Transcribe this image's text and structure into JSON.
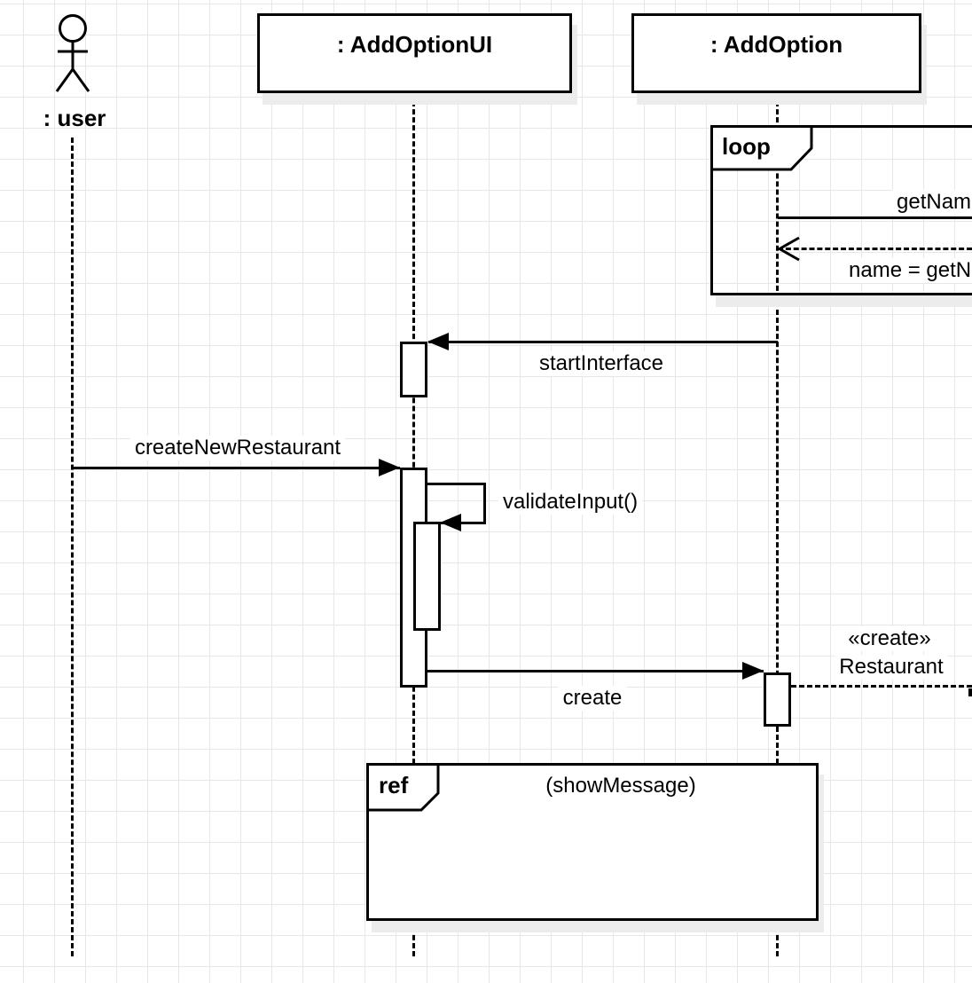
{
  "diagram": {
    "kind": "uml-sequence-diagram",
    "line_color": "#000000",
    "fill_color": "#ffffff",
    "grid_color": "#e7e7e7",
    "shadow_color": "#ececec"
  },
  "actor": {
    "label": ": user"
  },
  "lifelines": [
    {
      "label": ": AddOptionUI"
    },
    {
      "label": ": AddOption"
    }
  ],
  "frames": {
    "loop": {
      "operator": "loop"
    },
    "ref": {
      "operator": "ref",
      "body": "(showMessage)"
    }
  },
  "messages": {
    "get_name": {
      "label": "getName"
    },
    "name_return": {
      "label": "name = getName"
    },
    "start_interface": {
      "label": "startInterface"
    },
    "create_new_restaurant": {
      "label": "createNewRestaurant"
    },
    "validate_input": {
      "label": "validateInput()"
    },
    "create": {
      "label": "create"
    },
    "create_stereotype": {
      "label": "«create»"
    },
    "create_target": {
      "label": "Restaurant"
    }
  }
}
